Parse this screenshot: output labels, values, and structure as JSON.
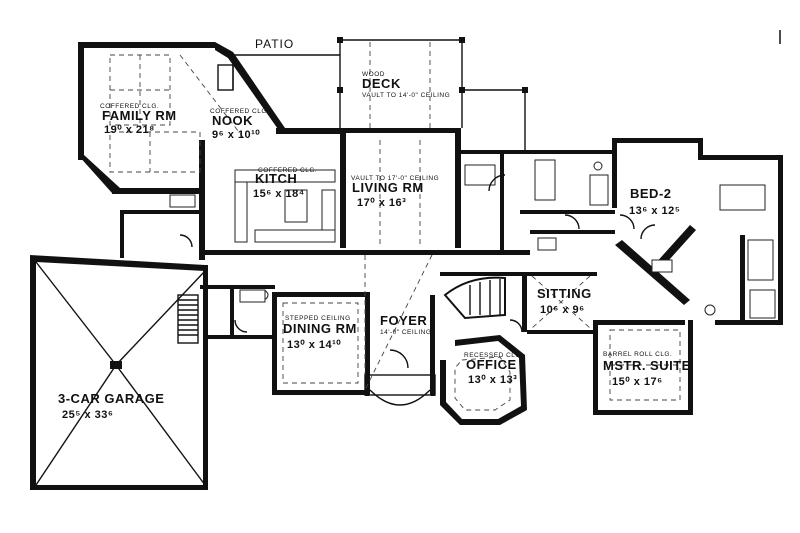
{
  "rooms": {
    "patio": {
      "name": "PATIO"
    },
    "deck": {
      "name": "DECK",
      "prefix": "WOOD",
      "note": "VAULT TO 14'-0\" CEILING"
    },
    "family": {
      "name": "FAMILY RM",
      "note": "COFFERED CLG.",
      "dim": "19⁰ x 21⁸"
    },
    "nook": {
      "name": "NOOK",
      "note": "COFFERED CLG.",
      "dim": "9⁶ x 10¹⁰"
    },
    "kitchen": {
      "name": "KITCH",
      "note": "COFFERED CLG.",
      "dim": "15⁶ x 18⁴"
    },
    "living": {
      "name": "LIVING RM",
      "note": "VAULT TO 17'-0\" CEILING",
      "dim": "17⁰ x 16³"
    },
    "bed2": {
      "name": "BED-2",
      "dim": "13⁶ x 12⁵"
    },
    "sitting": {
      "name": "SITTING",
      "dim": "10⁶ x 9⁶"
    },
    "master": {
      "name": "MSTR. SUITE",
      "note": "BARREL ROLL CLG.",
      "dim": "15⁰ x 17⁶"
    },
    "dining": {
      "name": "DINING RM",
      "note": "STEPPED CEILING",
      "dim": "13⁰ x 14¹⁰"
    },
    "foyer": {
      "name": "FOYER",
      "note": "14'-0\" CEILING"
    },
    "office": {
      "name": "OFFICE",
      "note": "RECESSED CLG.",
      "dim": "13⁰ x 13³"
    },
    "garage": {
      "name": "3-CAR GARAGE",
      "dim": "25⁵ x 33⁶"
    }
  }
}
